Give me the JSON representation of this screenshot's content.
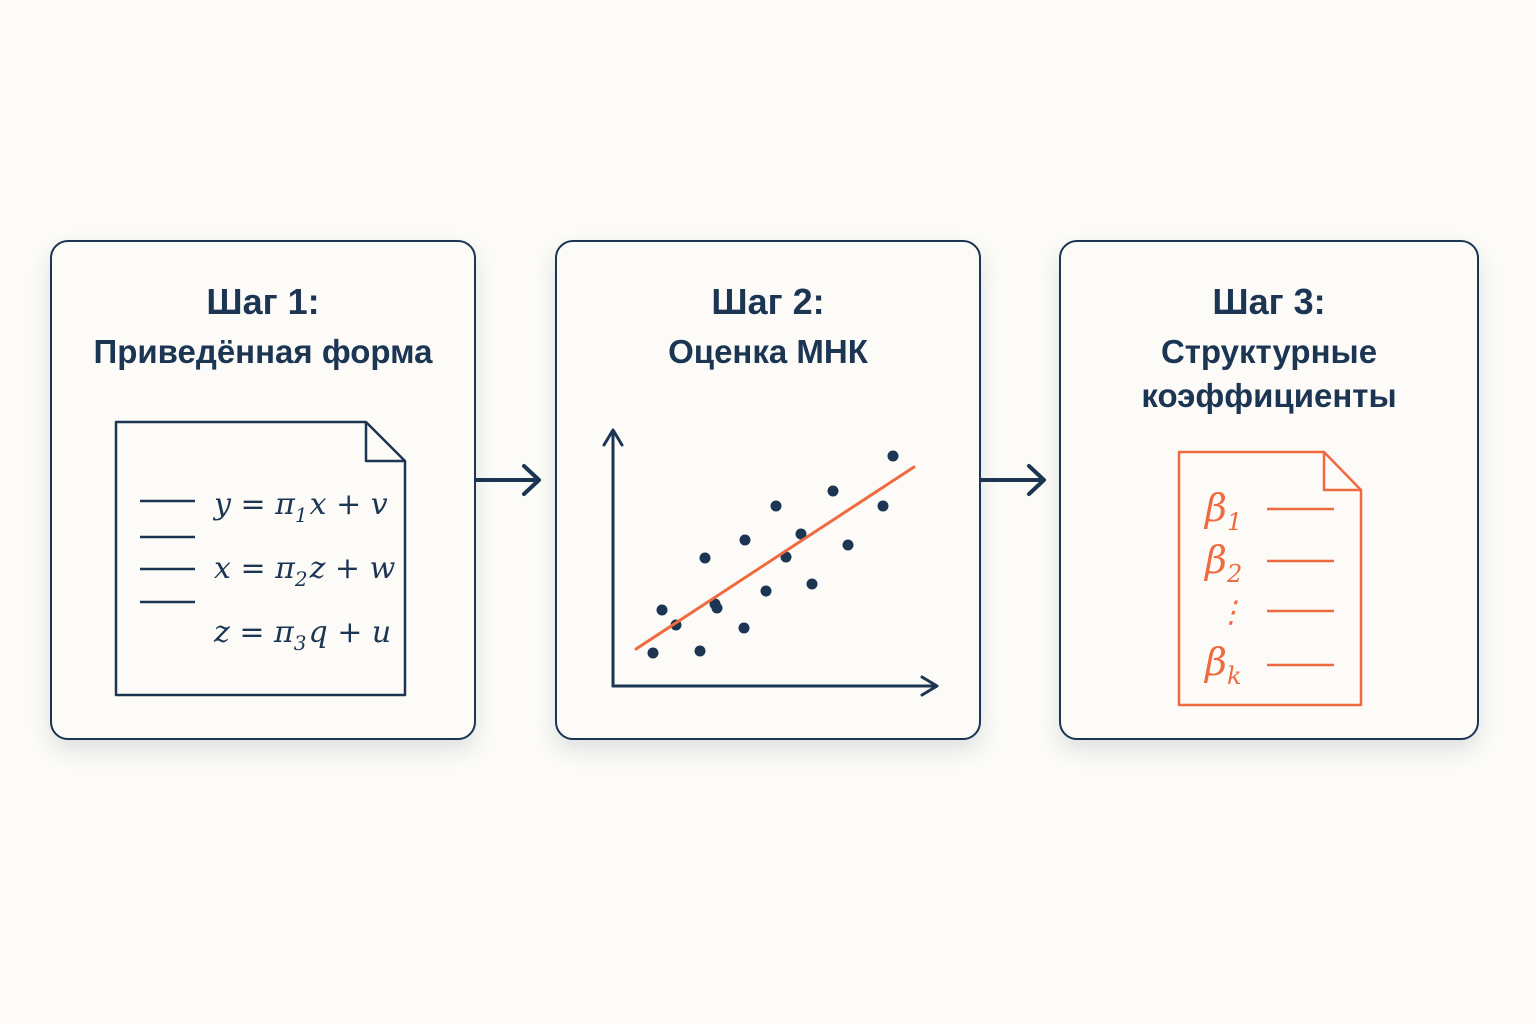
{
  "colors": {
    "background": "#fcfbf7",
    "navy": "#1b3553",
    "accent": "#ef6a3e"
  },
  "steps": [
    {
      "label": "Шаг 1:",
      "name": "Приведённая форма",
      "icon": "document-icon",
      "equations": [
        {
          "lhs": "y",
          "mid": " = π",
          "sub": "1",
          "rhs": "x + v"
        },
        {
          "lhs": "x",
          "mid": " = π",
          "sub": "2",
          "rhs": "z + w"
        },
        {
          "lhs": "z",
          "mid": " = π",
          "sub": "3",
          "rhs": "q + u"
        }
      ]
    },
    {
      "label": "Шаг 2:",
      "name": "Оценка МНК",
      "icon": "scatter-plot-icon"
    },
    {
      "label": "Шаг 3:",
      "name": "Структурные коэффициенты",
      "icon": "document-icon",
      "coefficients": [
        {
          "symbol": "β",
          "sub": "1"
        },
        {
          "symbol": "β",
          "sub": "2"
        },
        {
          "symbol": "⋮",
          "sub": ""
        },
        {
          "symbol": "β",
          "sub": "k"
        }
      ]
    }
  ],
  "connectors": [
    "arrow-right-icon",
    "arrow-right-icon"
  ]
}
